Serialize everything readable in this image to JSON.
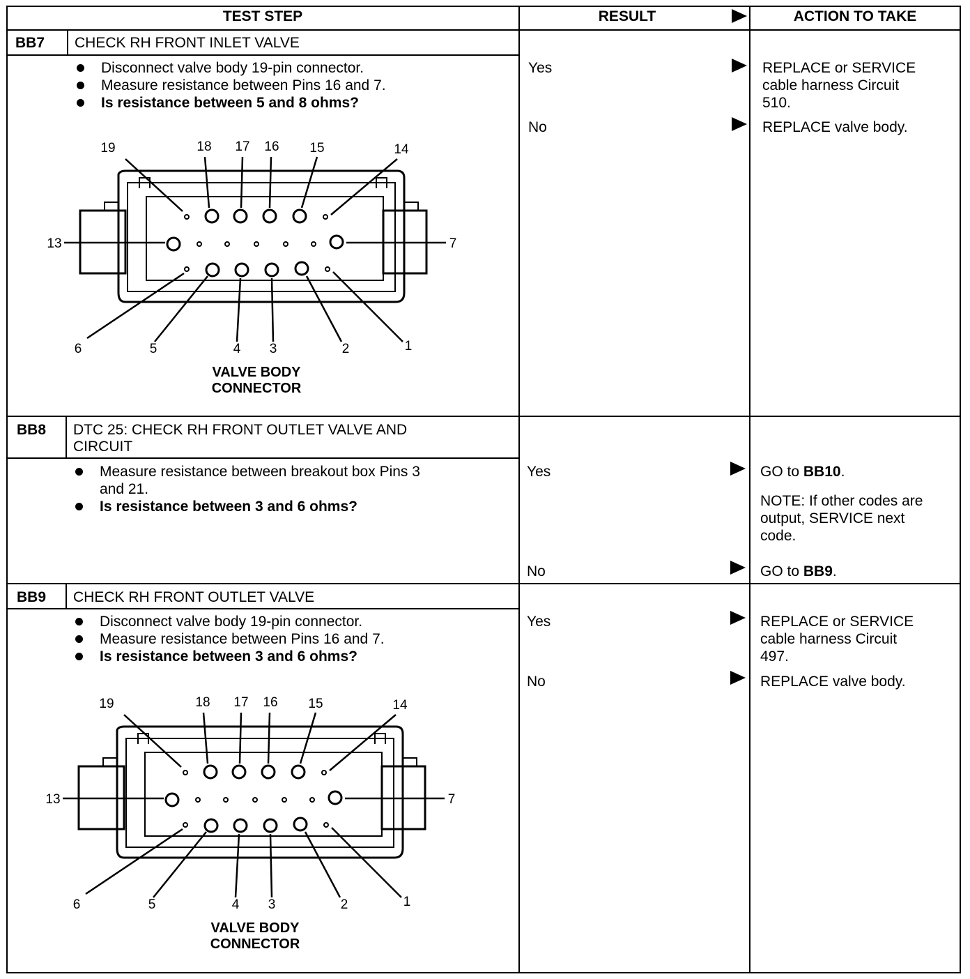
{
  "header": {
    "test_step": "TEST STEP",
    "result": "RESULT",
    "action": "ACTION TO TAKE"
  },
  "steps": [
    {
      "id": "BB7",
      "title": "CHECK RH FRONT INLET VALVE",
      "bullets": [
        "Disconnect valve body 19-pin connector.",
        "Measure resistance between Pins 16 and 7.",
        "Is resistance between 5 and 8 ohms?"
      ],
      "results": [
        {
          "result": "Yes",
          "action_lines": [
            "REPLACE or SERVICE",
            "cable harness Circuit",
            "510."
          ]
        },
        {
          "result": "No",
          "action_lines": [
            "REPLACE valve body."
          ]
        }
      ],
      "connector": {
        "pin_labels": [
          "19",
          "18",
          "17",
          "16",
          "15",
          "14",
          "13",
          "7",
          "6",
          "5",
          "4",
          "3",
          "2",
          "1"
        ],
        "caption_lines": [
          "VALVE BODY",
          "CONNECTOR"
        ]
      }
    },
    {
      "id": "BB8",
      "title_lines": [
        "DTC 25: CHECK RH FRONT OUTLET VALVE AND",
        "CIRCUIT"
      ],
      "bullets": [
        [
          "Measure resistance between breakout box Pins 3",
          "and 21."
        ],
        [
          "Is resistance between 3 and 6 ohms?"
        ]
      ],
      "results": [
        {
          "result": "Yes",
          "action_prefix": "GO to ",
          "action_ref": "BB10",
          "action_suffix": ".",
          "note_lines": [
            "NOTE: If other codes are",
            "output, SERVICE next",
            "code."
          ]
        },
        {
          "result": "No",
          "action_prefix": "GO to ",
          "action_ref": "BB9",
          "action_suffix": "."
        }
      ]
    },
    {
      "id": "BB9",
      "title": "CHECK RH FRONT OUTLET VALVE",
      "bullets": [
        "Disconnect valve body 19-pin connector.",
        "Measure resistance between Pins 16 and 7.",
        "Is resistance between 3 and 6 ohms?"
      ],
      "results": [
        {
          "result": "Yes",
          "action_lines": [
            "REPLACE or SERVICE",
            "cable harness Circuit",
            "497."
          ]
        },
        {
          "result": "No",
          "action_lines": [
            "REPLACE valve body."
          ]
        }
      ],
      "connector": {
        "pin_labels": [
          "19",
          "18",
          "17",
          "16",
          "15",
          "14",
          "13",
          "7",
          "6",
          "5",
          "4",
          "3",
          "2",
          "1"
        ],
        "caption_lines": [
          "VALVE BODY",
          "CONNECTOR"
        ]
      }
    }
  ]
}
